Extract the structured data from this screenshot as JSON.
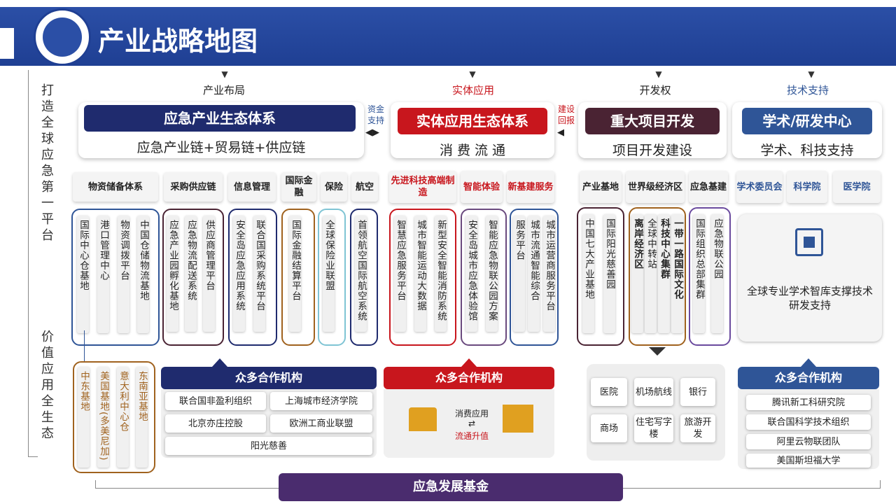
{
  "header": {
    "title": "产业战略地图"
  },
  "left": {
    "top": "打造全球应急第一平台",
    "bottom": "价值应用全生态"
  },
  "columns": [
    {
      "head": "产业布局",
      "bar": "应急产业生态体系",
      "sub": "应急产业链+贸易链+供应链"
    },
    {
      "head": "实体应用",
      "bar": "实体应用生态体系",
      "sub": "消 费 流 通"
    },
    {
      "head": "开发权",
      "bar": "重大项目开发",
      "sub": "项目开发建设"
    },
    {
      "head": "技术支持",
      "bar": "学术/研发中心",
      "sub": "学术、科技支持"
    }
  ],
  "between": {
    "a": "资金支持",
    "b": "建设回报"
  },
  "tags": [
    "物资储备体系",
    "采购供应链",
    "信息管理",
    "国际金融",
    "保险",
    "航空",
    "先进科技高端制造",
    "智能体验",
    "新基建服务",
    "产业基地",
    "世界级经济区",
    "应急基建",
    "学术委员会",
    "科学院",
    "医学院"
  ],
  "groups": {
    "g1": [
      "国际中心仓基地",
      "港口管理中心",
      "物资调拨平台",
      "中国仓储物流基地"
    ],
    "g2": [
      "应急产业园孵化基地",
      "应急物流配送系统",
      "供应商管理平台"
    ],
    "g3": [
      "安全岛应急应用系统",
      "联合国采购系统平台"
    ],
    "g4": [
      "国际金融结算平台"
    ],
    "g5": [
      "全球保险业联盟"
    ],
    "g6": [
      "首领航空国际航空系统"
    ],
    "g7": [
      "智慧应急服务平台",
      "城市智能运动大数据",
      "新型安全智能消防系统"
    ],
    "g8": [
      "安全岛城市应急体验馆",
      "智能应急物联公园方案"
    ],
    "g9": [
      "服务平台",
      "城市流通智能综合",
      "城市运营商服务平台"
    ],
    "g10": [
      "中国七大产业基地",
      "国际阳光慈善园"
    ],
    "g11": [
      "离岸经济区",
      "全球中转站",
      "科技中心集群",
      "一带一路国际文化"
    ],
    "g12": [
      "国际组织总部集群",
      "应急物联公园"
    ],
    "tech": "全球专业学术智库支撑技术研发支持"
  },
  "bottom_left": [
    "中东基地",
    "美国基地(多美尼加)",
    "意大利中心仓",
    "东南亚基地"
  ],
  "coop1": {
    "title": "众多合作机构",
    "items": [
      "联合国非盈利组织",
      "上海城市经济学院",
      "北京亦庄控股",
      "欧洲工商业联盟",
      "阳光慈善"
    ]
  },
  "coop2": {
    "title": "众多合作机构",
    "top": "消费应用",
    "bottom": "流通升值"
  },
  "places": [
    "医院",
    "机场航线",
    "银行",
    "商场",
    "住宅写字楼",
    "旅游开发"
  ],
  "coop3": {
    "title": "众多合作机构",
    "items": [
      "腾讯新工科研究院",
      "联合国科学技术组织",
      "阿里云物联团队",
      "美国斯坦福大学"
    ]
  },
  "fund": "应急发展基金",
  "colors": {
    "navy": "#1f2b6e",
    "red": "#c8161d",
    "plum": "#4a2333",
    "blue": "#2f5597",
    "brown": "#a0621e"
  }
}
